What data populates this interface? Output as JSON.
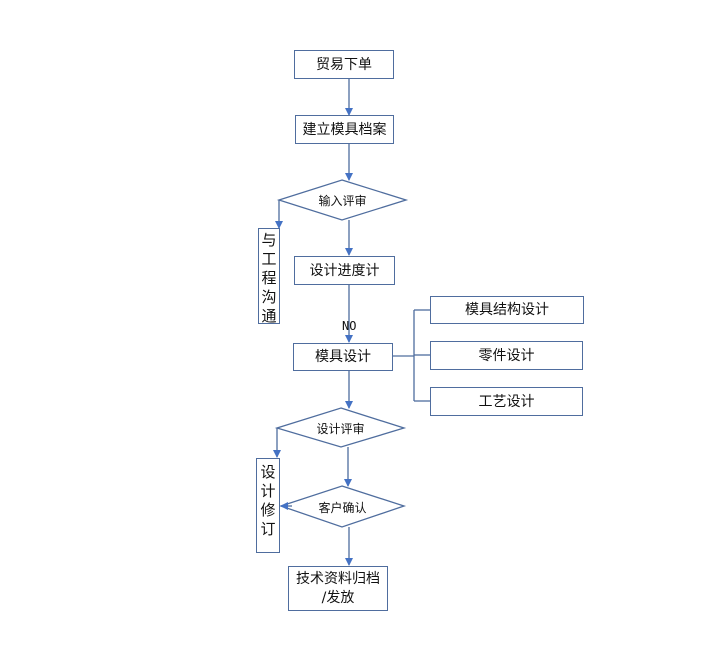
{
  "diagram": {
    "type": "flowchart",
    "colors": {
      "line": "#4f6d9e",
      "arrow": "#4472c4",
      "text": "#111111",
      "background": "#ffffff"
    },
    "nodes": {
      "trade_order": {
        "label": "贸易下单",
        "shape": "rectangle"
      },
      "mold_file": {
        "label": "建立模具档案",
        "shape": "rectangle"
      },
      "input_review": {
        "label": "输入评审",
        "shape": "diamond"
      },
      "eng_comm": {
        "label": "与工程沟通",
        "chars": [
          "与",
          "工",
          "程",
          "沟",
          "通"
        ],
        "shape": "vertical-rectangle"
      },
      "design_schedule": {
        "label": "设计进度计",
        "shape": "rectangle"
      },
      "mold_design": {
        "label": "模具设计",
        "shape": "rectangle"
      },
      "structure_design": {
        "label": "模具结构设计",
        "shape": "rectangle"
      },
      "part_design": {
        "label": "零件设计",
        "shape": "rectangle"
      },
      "process_design": {
        "label": "工艺设计",
        "shape": "rectangle"
      },
      "design_review": {
        "label": "设计评审",
        "shape": "diamond"
      },
      "design_revision": {
        "label": "设计修订",
        "chars": [
          "设",
          "计",
          "修",
          "订"
        ],
        "shape": "vertical-rectangle"
      },
      "customer_confirm": {
        "label": "客户确认",
        "shape": "diamond"
      },
      "tech_archive": {
        "label_line1": "技术资料归档",
        "label_line2": "/发放",
        "shape": "rectangle"
      }
    },
    "edge_labels": {
      "no": "NO"
    },
    "edges": [
      {
        "from": "trade_order",
        "to": "mold_file"
      },
      {
        "from": "mold_file",
        "to": "input_review"
      },
      {
        "from": "input_review",
        "to": "eng_comm"
      },
      {
        "from": "input_review",
        "to": "design_schedule"
      },
      {
        "from": "design_schedule",
        "to": "mold_design",
        "label": "NO"
      },
      {
        "from": "mold_design",
        "to": "structure_design"
      },
      {
        "from": "mold_design",
        "to": "part_design"
      },
      {
        "from": "mold_design",
        "to": "process_design"
      },
      {
        "from": "mold_design",
        "to": "design_review"
      },
      {
        "from": "design_review",
        "to": "design_revision"
      },
      {
        "from": "design_review",
        "to": "customer_confirm"
      },
      {
        "from": "customer_confirm",
        "to": "design_revision"
      },
      {
        "from": "customer_confirm",
        "to": "tech_archive"
      }
    ]
  }
}
